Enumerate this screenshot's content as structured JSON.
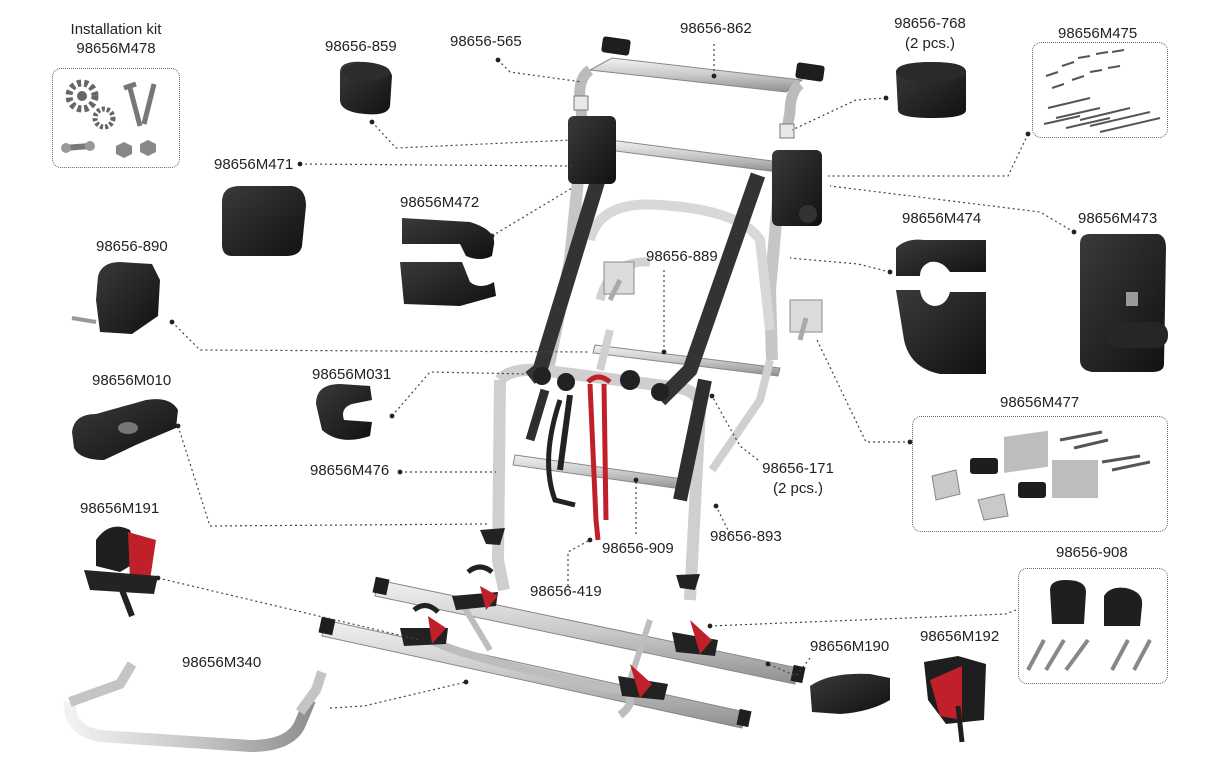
{
  "diagram": {
    "labels": {
      "kit_title": "Installation kit",
      "kit_code": "98656M478",
      "p859": "98656-859",
      "p565": "98656-565",
      "p862": "98656-862",
      "p768": "98656-768",
      "p768_qty": "(2 pcs.)",
      "m475": "98656M475",
      "m471": "98656M471",
      "m472": "98656M472",
      "m474": "98656M474",
      "m473": "98656M473",
      "p890": "98656-890",
      "p889": "98656-889",
      "m031": "98656M031",
      "m010": "98656M010",
      "m477": "98656M477",
      "m476": "98656M476",
      "p171": "98656-171",
      "p171_qty": "(2 pcs.)",
      "m191": "98656M191",
      "p909": "98656-909",
      "p893": "98656-893",
      "p419": "98656-419",
      "p908": "98656-908",
      "m190": "98656M190",
      "m192": "98656M192",
      "m340": "98656M340"
    },
    "colors": {
      "frame": "#c9c9c9",
      "frame_edge": "#8a8a8a",
      "part_black": "#1e1e1e",
      "accent_red": "#c0202a",
      "strap": "#333333",
      "leader": "#444444"
    }
  }
}
